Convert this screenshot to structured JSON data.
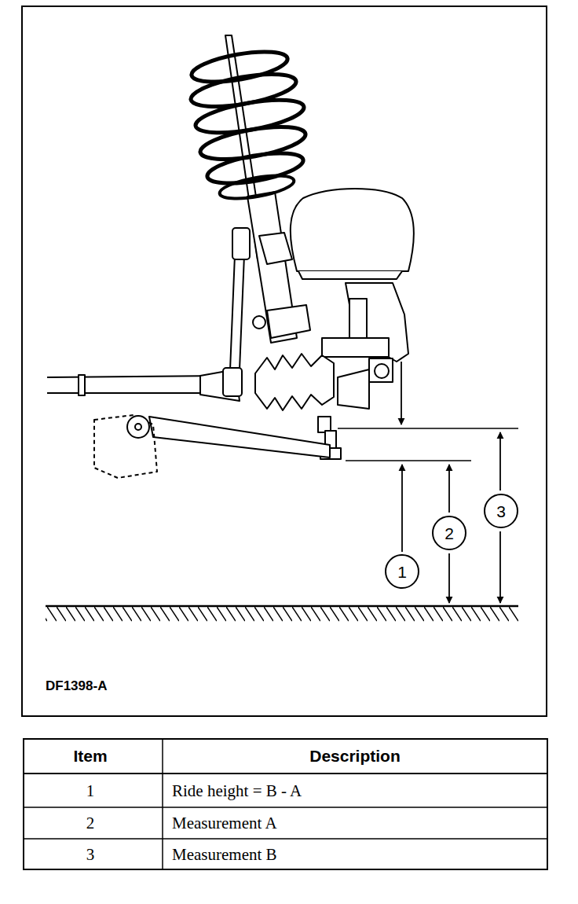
{
  "diagram": {
    "nodes": [
      {
        "text": [
          "1"
        ]
      },
      {
        "text": [
          "2"
        ]
      },
      {
        "text": [
          "3"
        ]
      }
    ],
    "labels": [
      "DF1398-A",
      "Item",
      "Description",
      "1",
      "Ride height = B - A",
      "2",
      "Measurement A",
      "3",
      "Measurement B"
    ]
  }
}
